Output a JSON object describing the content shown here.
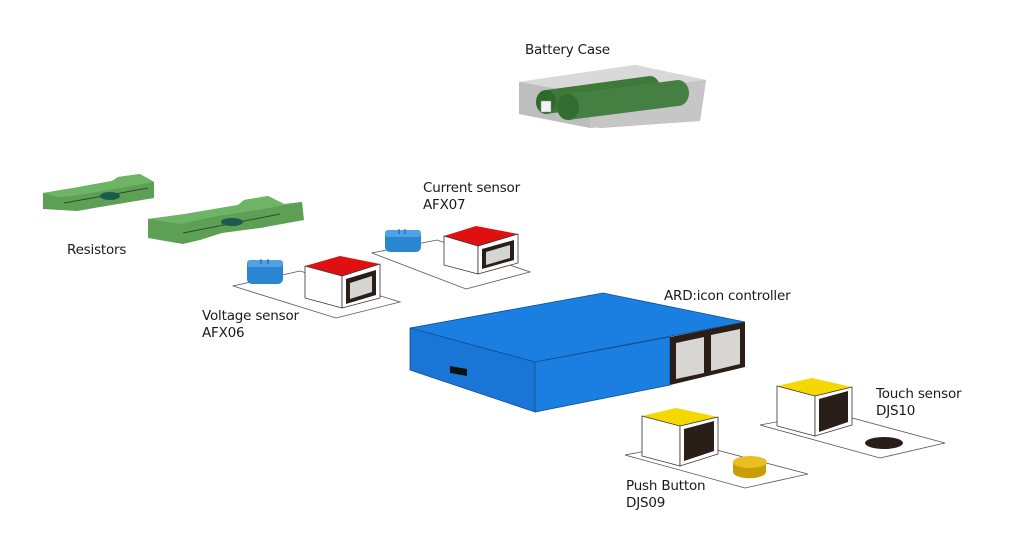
{
  "diagram": {
    "components": [
      {
        "id": "battery-case",
        "name": "Battery Case",
        "code": ""
      },
      {
        "id": "resistors",
        "name": "Resistors",
        "code": ""
      },
      {
        "id": "current-sensor",
        "name": "Current sensor",
        "code": "AFX07"
      },
      {
        "id": "voltage-sensor",
        "name": "Voltage sensor",
        "code": "AFX06"
      },
      {
        "id": "controller",
        "name": "ARD:icon controller",
        "code": ""
      },
      {
        "id": "touch-sensor",
        "name": "Touch sensor",
        "code": "DJS10"
      },
      {
        "id": "push-button",
        "name": "Push Button",
        "code": "DJS09"
      }
    ],
    "colors": {
      "controller_blue": "#1a7fe0",
      "sensor_cap_red": "#e01010",
      "sensor_cap_yellow": "#f5d800",
      "terminal_blue": "#2a86d0",
      "resistor_green": "#5aa052",
      "battery_green": "#3f7a3c",
      "case_gray": "#c4c4c4",
      "button_gold": "#d4a90a"
    }
  }
}
